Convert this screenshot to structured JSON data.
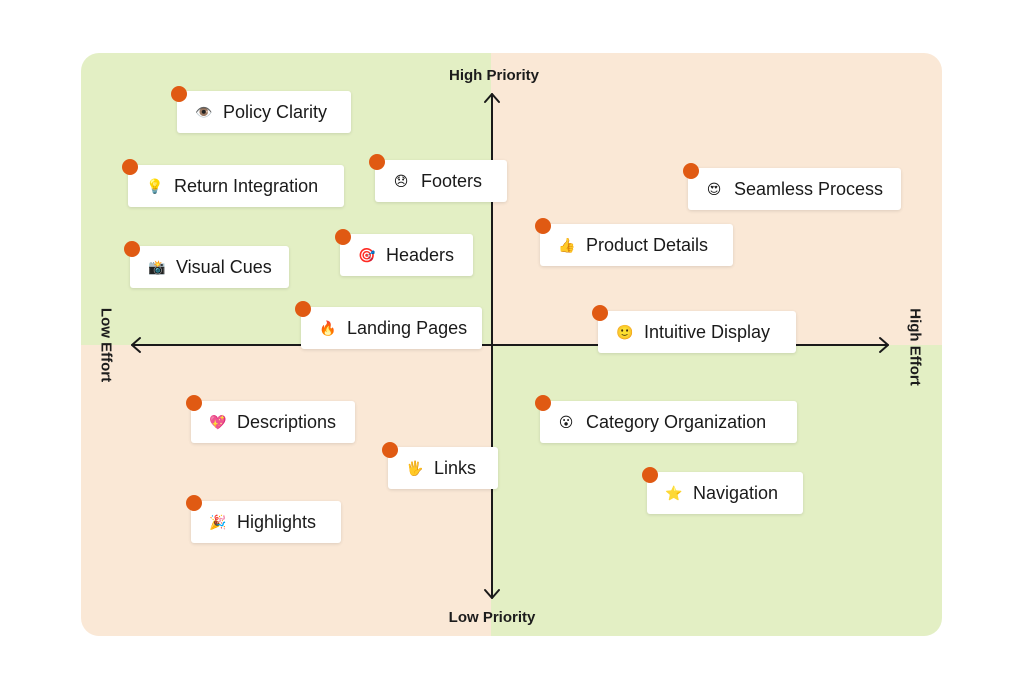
{
  "colors": {
    "green": "#e3efc4",
    "peach": "#fae8d6",
    "axis": "#1a1a1a",
    "dot": "#e05a13"
  },
  "axes": {
    "top": "High Priority",
    "bottom": "Low Priority",
    "left": "Low Effort",
    "right": "High Effort"
  },
  "items": [
    {
      "id": "policy-clarity",
      "icon": "eye-icon",
      "emoji": "👁️",
      "label": "Policy Clarity"
    },
    {
      "id": "return-integration",
      "icon": "lightbulb-icon",
      "emoji": "💡",
      "label": "Return Integration"
    },
    {
      "id": "footers",
      "icon": "disappointed-face-icon",
      "emoji": "😞",
      "label": "Footers"
    },
    {
      "id": "visual-cues",
      "icon": "camera-icon",
      "emoji": "📸",
      "label": "Visual Cues"
    },
    {
      "id": "headers",
      "icon": "target-icon",
      "emoji": "🎯",
      "label": "Headers"
    },
    {
      "id": "landing-pages",
      "icon": "fire-icon",
      "emoji": "🔥",
      "label": "Landing Pages"
    },
    {
      "id": "seamless-process",
      "icon": "heart-eyes-icon",
      "emoji": "😍",
      "label": "Seamless Process"
    },
    {
      "id": "product-details",
      "icon": "thumbs-up-icon",
      "emoji": "👍",
      "label": "Product Details"
    },
    {
      "id": "intuitive-display",
      "icon": "smiling-face-icon",
      "emoji": "🙂",
      "label": "Intuitive Display"
    },
    {
      "id": "descriptions",
      "icon": "sparkling-heart-icon",
      "emoji": "💖",
      "label": "Descriptions"
    },
    {
      "id": "links",
      "icon": "raised-hand-icon",
      "emoji": "🖐️",
      "label": "Links"
    },
    {
      "id": "highlights",
      "icon": "party-popper-icon",
      "emoji": "🎉",
      "label": "Highlights"
    },
    {
      "id": "category-organization",
      "icon": "surprised-face-icon",
      "emoji": "😮",
      "label": "Category Organization"
    },
    {
      "id": "navigation",
      "icon": "star-icon",
      "emoji": "⭐",
      "label": "Navigation"
    }
  ]
}
